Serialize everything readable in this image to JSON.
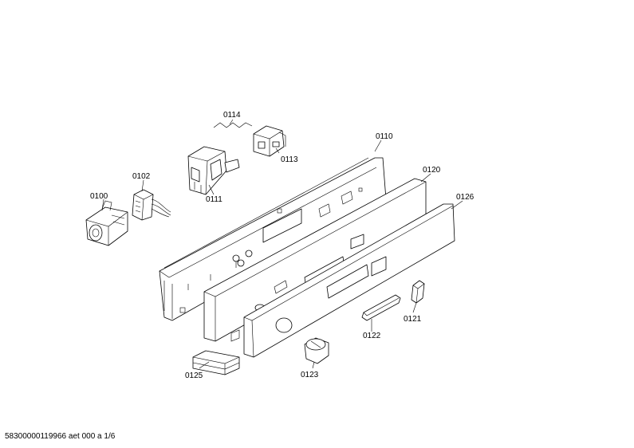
{
  "parts": {
    "p0100": "0100",
    "p0102": "0102",
    "p0110": "0110",
    "p0111": "0111",
    "p0113": "0113",
    "p0114": "0114",
    "p0120": "0120",
    "p0121": "0121",
    "p0122": "0122",
    "p0123": "0123",
    "p0125": "0125",
    "p0126": "0126"
  },
  "footer": "58300000119966 aet 000 a 1/6"
}
